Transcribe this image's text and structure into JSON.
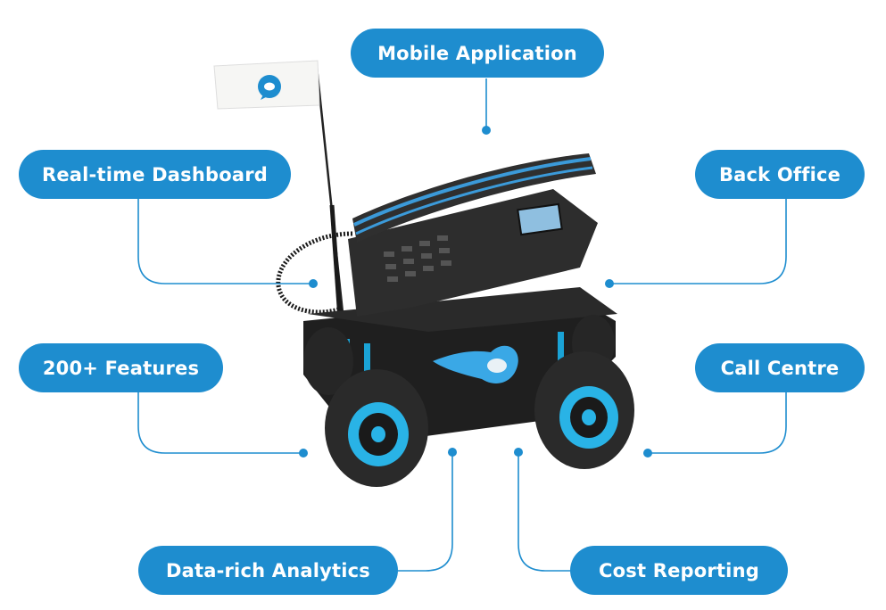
{
  "diagram": {
    "accent_color": "#1e8dcf",
    "center_image": {
      "description": "Desk phone mounted on a remote-control robot car with blue wheels, a flame-and-cloud logo, an antenna, and a white flag bearing a blue speech-bubble logo"
    },
    "features": [
      {
        "id": "mobile-application",
        "label": "Mobile Application"
      },
      {
        "id": "real-time-dashboard",
        "label": "Real-time Dashboard"
      },
      {
        "id": "back-office",
        "label": "Back Office"
      },
      {
        "id": "features-200",
        "label": "200+ Features"
      },
      {
        "id": "call-centre",
        "label": "Call Centre"
      },
      {
        "id": "data-rich-analytics",
        "label": "Data-rich Analytics"
      },
      {
        "id": "cost-reporting",
        "label": "Cost Reporting"
      }
    ]
  }
}
